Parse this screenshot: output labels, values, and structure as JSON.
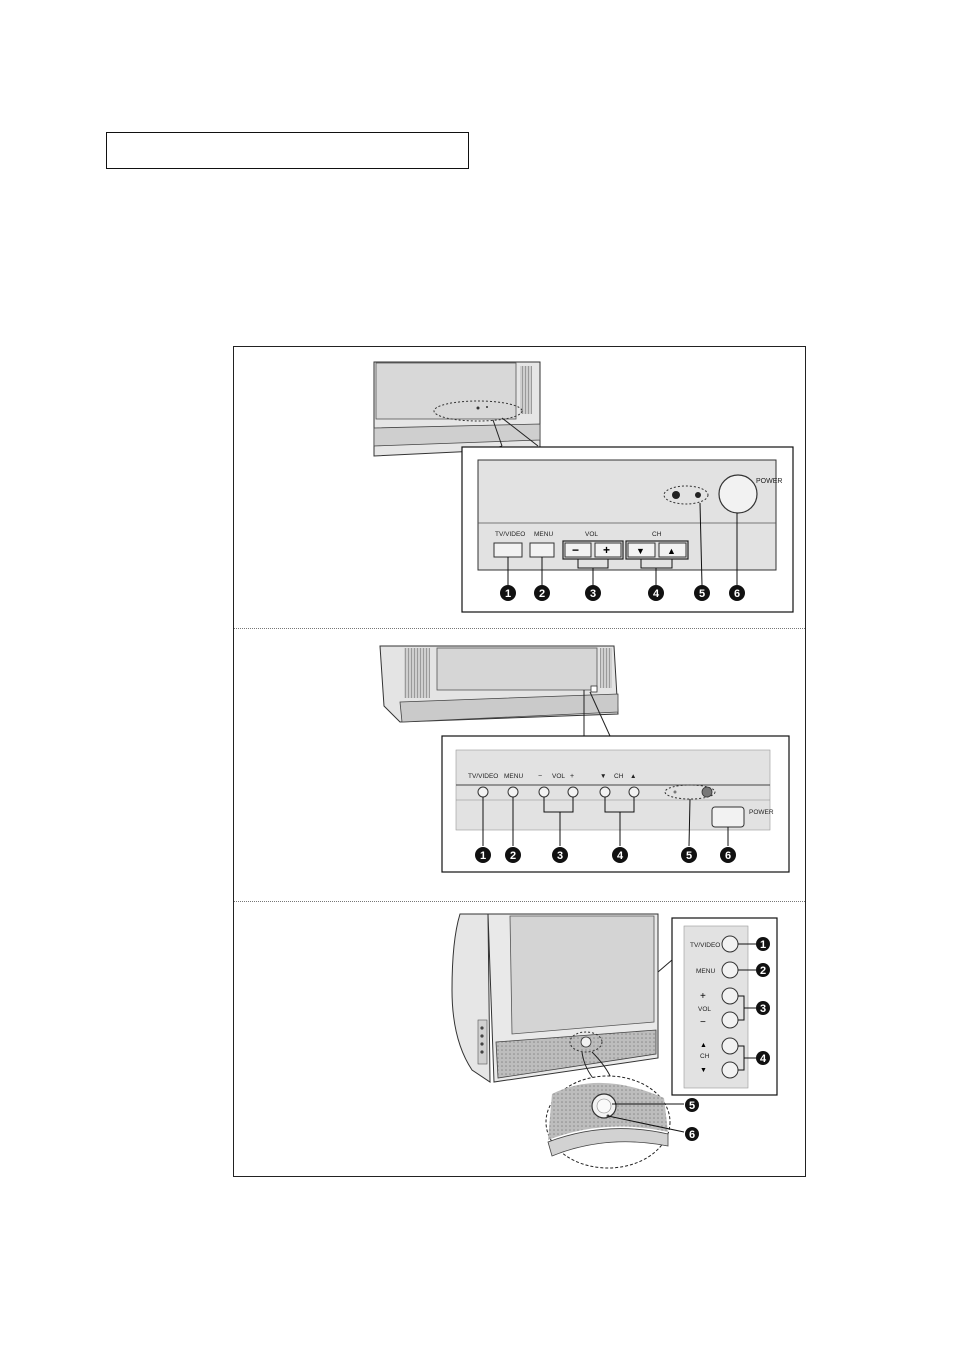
{
  "labels": {
    "tv_video": "TV/VIDEO",
    "menu": "MENU",
    "vol": "VOL",
    "ch": "CH",
    "power": "POWER",
    "plus": "+",
    "minus": "−",
    "up": "▲",
    "down": "▼"
  },
  "numbers": [
    "1",
    "2",
    "3",
    "4",
    "5",
    "6"
  ]
}
